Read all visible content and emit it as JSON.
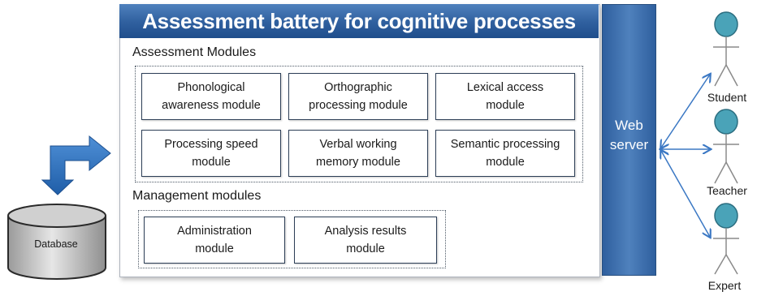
{
  "title": "Assessment battery for cognitive processes",
  "assessment_section": {
    "label": "Assessment Modules",
    "modules": [
      {
        "line1": "Phonological",
        "line2": "awareness module"
      },
      {
        "line1": "Orthographic",
        "line2": "processing module"
      },
      {
        "line1": "Lexical access",
        "line2": "module"
      },
      {
        "line1": "Processing speed",
        "line2": "module"
      },
      {
        "line1": "Verbal working",
        "line2": "memory module"
      },
      {
        "line1": "Semantic processing",
        "line2": "module"
      }
    ]
  },
  "management_section": {
    "label": "Management modules",
    "modules": [
      {
        "line1": "Administration",
        "line2": "module"
      },
      {
        "line1": "Analysis results",
        "line2": "module"
      }
    ]
  },
  "web_server": {
    "line1": "Web",
    "line2": "server"
  },
  "database": {
    "label": "Database"
  },
  "actors": [
    {
      "label": "Student"
    },
    {
      "label": "Teacher"
    },
    {
      "label": "Expert"
    }
  ],
  "colors": {
    "title_blue": "#2f5f9e",
    "actor_fill": "#4aa3b8",
    "arrow_blue": "#2e6fb7",
    "database_fill": "#c8c8c8"
  }
}
